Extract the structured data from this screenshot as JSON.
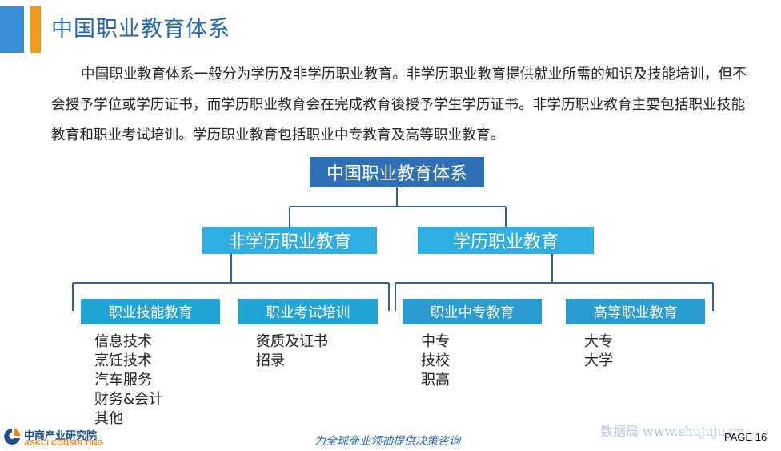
{
  "header": {
    "title": "中国职业教育体系",
    "accent_colors": [
      "#3a8fd4",
      "#f29a1a"
    ]
  },
  "intro_text": "中国职业教育体系一般分为学历及非学历职业教育。非学历职业教育提供就业所需的知识及技能培训，但不会授予学位或学历证书，而学历职业教育会在完成教育後授予学生学历证书。非学历职业教育主要包括职业技能教育和职业考试培训。学历职业教育包括职业中专教育及高等职业教育。",
  "diagram": {
    "root": "中国职业教育体系",
    "branches": [
      {
        "label": "非学历职业教育",
        "children": [
          {
            "label": "职业技能教育",
            "items": [
              "信息技术",
              "烹饪技术",
              "汽车服务",
              "财务&会计",
              "其他"
            ]
          },
          {
            "label": "职业考试培训",
            "items": [
              "资质及证书",
              "招录"
            ]
          }
        ]
      },
      {
        "label": "学历职业教育",
        "children": [
          {
            "label": "职业中专教育",
            "items": [
              "中专",
              "技校",
              "职高"
            ]
          },
          {
            "label": "高等职业教育",
            "items": [
              "大专",
              "大学"
            ]
          }
        ]
      }
    ],
    "colors": {
      "root": "#2f6fb6",
      "level1": "#2faee3",
      "level2": "#22a3d6",
      "line": "#3b5f8c"
    }
  },
  "footer": {
    "logo_cn": "中商产业研究院",
    "logo_en": "ASKCI CONSULTING",
    "slogan": "为全球商业领袖提供决策咨询",
    "watermark": "数据局 www.shujuju.cn",
    "page_label": "PAGE 16"
  }
}
